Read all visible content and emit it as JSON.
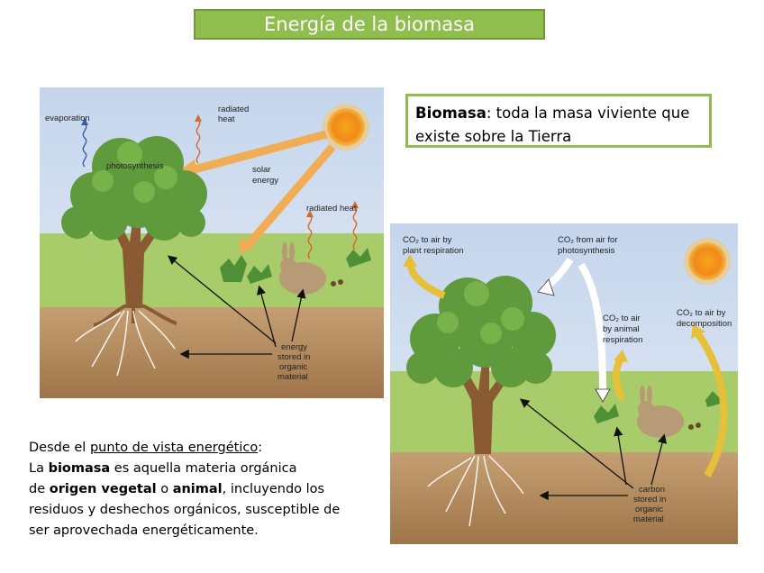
{
  "title": "Energía de la biomasa",
  "definition": {
    "term": "Biomasa",
    "text": ": toda la masa viviente que existe sobre la Tierra"
  },
  "description": {
    "line1_prefix": "Desde el ",
    "line1_underlined": "punto de vista energético",
    "line1_suffix": ":",
    "line2_prefix": "La ",
    "line2_bold": "biomasa",
    "line2_suffix": " es aquella materia orgánica",
    "line3_prefix": "de ",
    "line3_bold1": "origen vegetal",
    "line3_mid": " o ",
    "line3_bold2": "animal",
    "line3_suffix": ", incluyendo los",
    "line4": "residuos y deshechos orgánicos, susceptible de",
    "line5": "ser aprovechada energéticamente."
  },
  "diagram_energy": {
    "evaporation": "evaporation",
    "radiated_heat_top": [
      "radiated",
      "heat"
    ],
    "photosynthesis": "photosynthesis",
    "solar_energy": [
      "solar",
      "energy"
    ],
    "radiated_heat_right": "radiated heat",
    "energy_stored": [
      "energy",
      "stored in",
      "organic",
      "material"
    ]
  },
  "diagram_carbon": {
    "plant_respiration": [
      "CO₂ to air by",
      "plant respiration"
    ],
    "photosynthesis": [
      "CO₂ from air for",
      "photosynthesis"
    ],
    "animal_respiration": [
      "CO₂ to air",
      "by animal",
      "respiration"
    ],
    "decomposition": [
      "CO₂ to air by",
      "decomposition"
    ],
    "carbon_stored": [
      "carbon",
      "stored in",
      "organic",
      "material"
    ]
  },
  "colors": {
    "title_bg": "#8fbd4e",
    "sky": "#c9d9ee",
    "grass": "#a9cc6a",
    "soil": "#b28a5c",
    "arrow_orange": "#f0a94a",
    "arrow_yellow": "#e6c23a"
  }
}
